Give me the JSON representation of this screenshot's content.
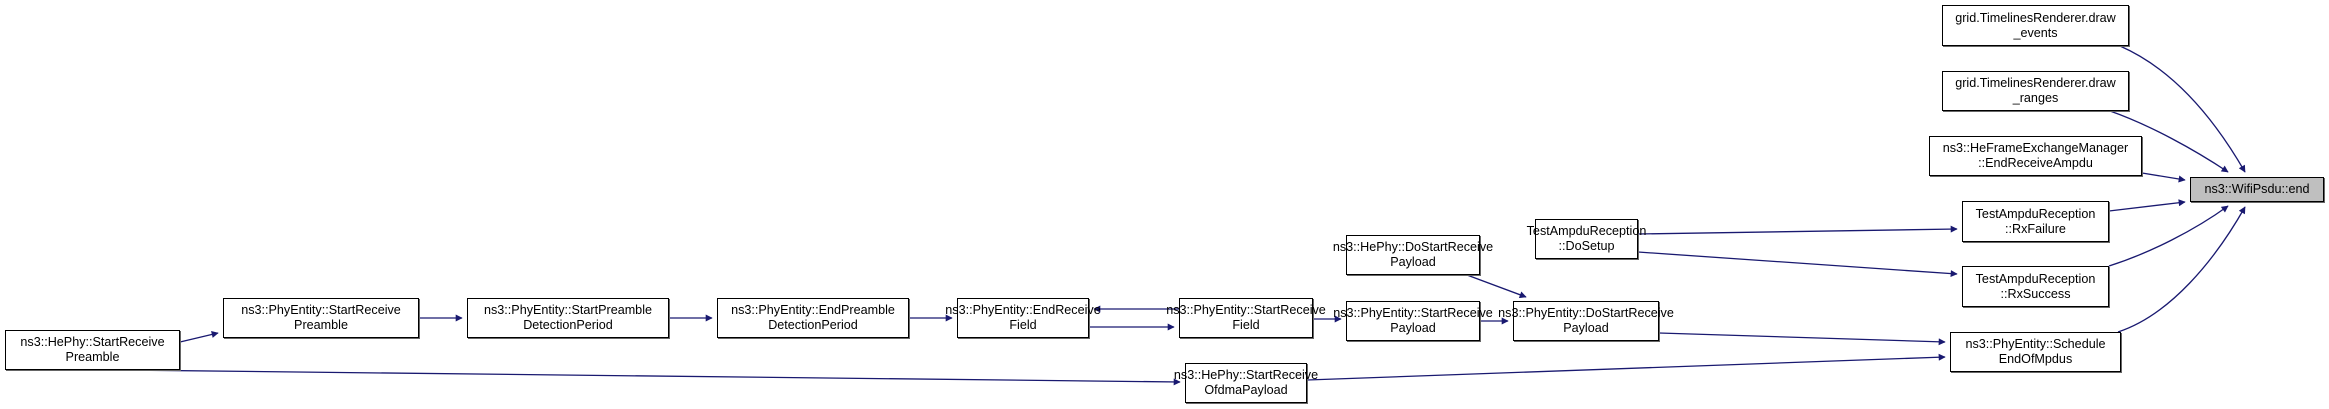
{
  "graph": {
    "nodes": {
      "end": {
        "lines": [
          "ns3::WifiPsdu::end"
        ],
        "focus": true
      },
      "draw_events": {
        "lines": [
          "grid.TimelinesRenderer.draw",
          "_events"
        ]
      },
      "draw_ranges": {
        "lines": [
          "grid.TimelinesRenderer.draw",
          "_ranges"
        ]
      },
      "he_fem": {
        "lines": [
          "ns3::HeFrameExchangeManager",
          "::EndReceiveAmpdu"
        ]
      },
      "rx_failure": {
        "lines": [
          "TestAmpduReception",
          "::RxFailure"
        ]
      },
      "rx_success": {
        "lines": [
          "TestAmpduReception",
          "::RxSuccess"
        ]
      },
      "schedule": {
        "lines": [
          "ns3::PhyEntity::Schedule",
          "EndOfMpdus"
        ]
      },
      "do_setup": {
        "lines": [
          "TestAmpduReception",
          "::DoSetup"
        ]
      },
      "hephy_dostart": {
        "lines": [
          "ns3::HePhy::DoStartReceive",
          "Payload"
        ]
      },
      "pe_dostart": {
        "lines": [
          "ns3::PhyEntity::DoStartReceive",
          "Payload"
        ]
      },
      "pe_startpayload": {
        "lines": [
          "ns3::PhyEntity::StartReceive",
          "Payload"
        ]
      },
      "pe_startfield": {
        "lines": [
          "ns3::PhyEntity::StartReceive",
          "Field"
        ]
      },
      "ofdma": {
        "lines": [
          "ns3::HePhy::StartReceive",
          "OfdmaPayload"
        ]
      },
      "pe_endfield": {
        "lines": [
          "ns3::PhyEntity::EndReceive",
          "Field"
        ]
      },
      "pe_endpreamble": {
        "lines": [
          "ns3::PhyEntity::EndPreamble",
          "DetectionPeriod"
        ]
      },
      "pe_startpreambledet": {
        "lines": [
          "ns3::PhyEntity::StartPreamble",
          "DetectionPeriod"
        ]
      },
      "pe_startpreamble": {
        "lines": [
          "ns3::PhyEntity::StartReceive",
          "Preamble"
        ]
      },
      "hephy_startpreamble": {
        "lines": [
          "ns3::HePhy::StartReceive",
          "Preamble"
        ]
      }
    },
    "edges": [
      {
        "from": "draw_events",
        "to": "end"
      },
      {
        "from": "draw_ranges",
        "to": "end"
      },
      {
        "from": "he_fem",
        "to": "end"
      },
      {
        "from": "rx_failure",
        "to": "end"
      },
      {
        "from": "rx_success",
        "to": "end"
      },
      {
        "from": "schedule",
        "to": "end"
      },
      {
        "from": "do_setup",
        "to": "rx_failure"
      },
      {
        "from": "do_setup",
        "to": "rx_success"
      },
      {
        "from": "pe_dostart",
        "to": "schedule"
      },
      {
        "from": "ofdma",
        "to": "schedule"
      },
      {
        "from": "hephy_dostart",
        "to": "pe_dostart"
      },
      {
        "from": "pe_startpayload",
        "to": "pe_dostart"
      },
      {
        "from": "pe_startfield",
        "to": "pe_startpayload"
      },
      {
        "from": "pe_startfield",
        "to": "pe_endfield"
      },
      {
        "from": "pe_endfield",
        "to": "pe_startfield"
      },
      {
        "from": "pe_endpreamble",
        "to": "pe_endfield"
      },
      {
        "from": "pe_startpreambledet",
        "to": "pe_endpreamble"
      },
      {
        "from": "pe_startpreamble",
        "to": "pe_startpreambledet"
      },
      {
        "from": "hephy_startpreamble",
        "to": "pe_startpreamble"
      },
      {
        "from": "hephy_startpreamble",
        "to": "ofdma"
      }
    ],
    "colors": {
      "edge": "#191970",
      "focus_fill": "#bfbfbf"
    }
  }
}
